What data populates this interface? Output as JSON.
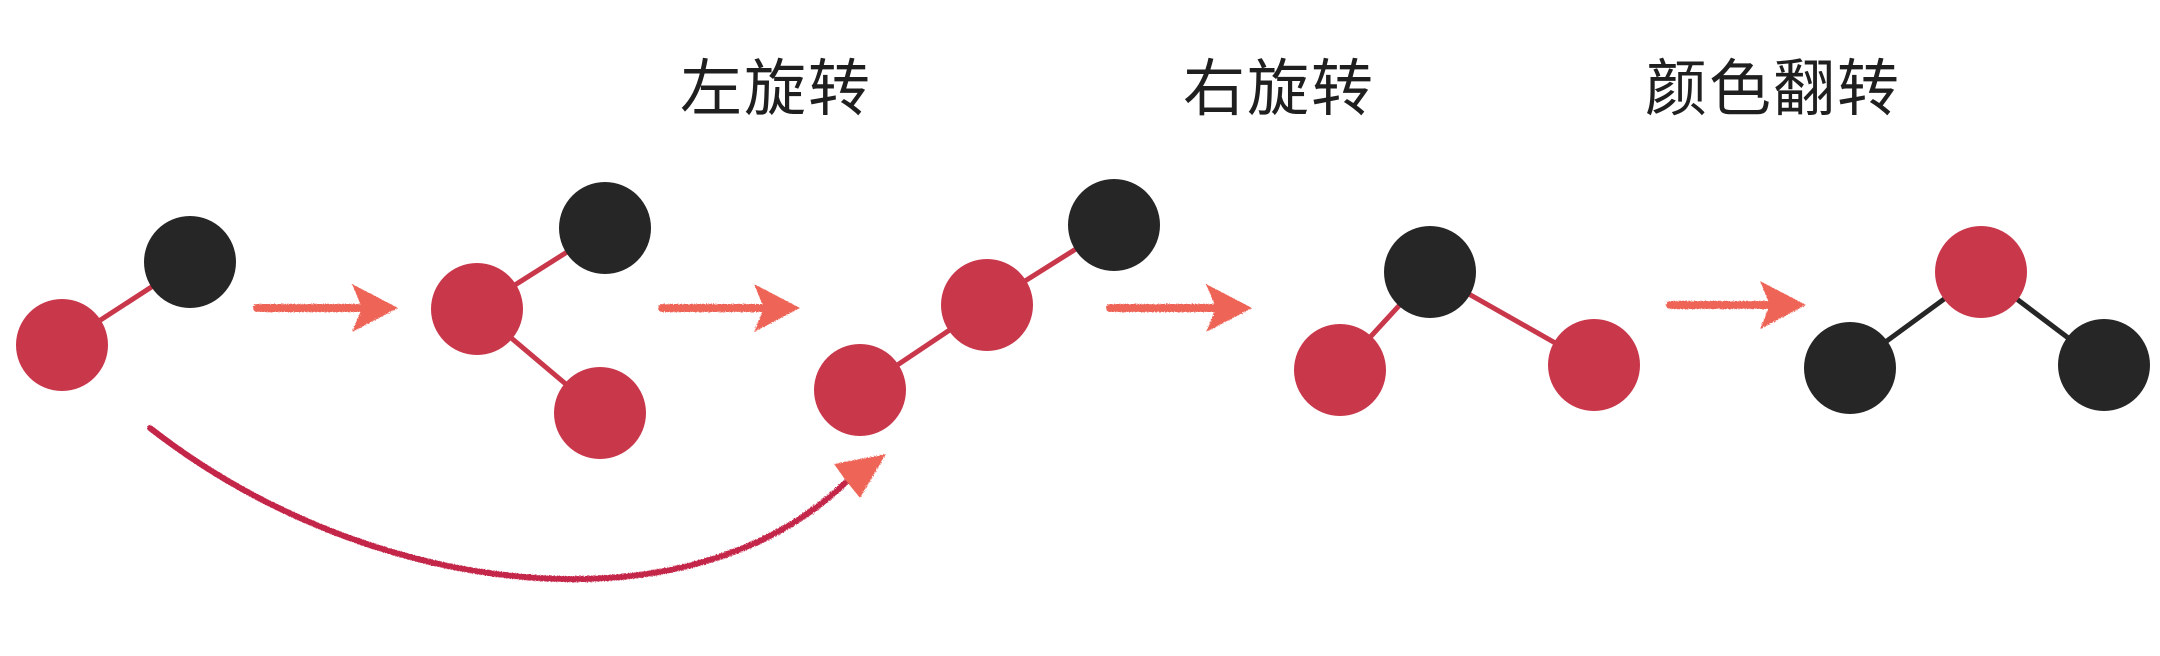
{
  "labels": {
    "rotate_left": "左旋转",
    "rotate_right": "右旋转",
    "color_flip": "颜色翻转"
  },
  "colors": {
    "red_node": "#c9374b",
    "black_node": "#262626",
    "red_link": "#c9374b",
    "black_link": "#262626",
    "arrow": "#ee6558",
    "curved_arrow": "#c4264a"
  }
}
